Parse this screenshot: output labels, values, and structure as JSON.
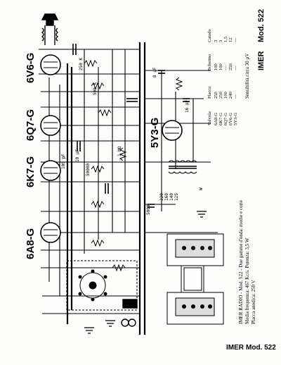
{
  "page": {
    "footer_brand": "IMER",
    "footer_model": "Mod. 522",
    "header_brand": "IMER",
    "header_model": "Mod. 522"
  },
  "tubes": [
    "6V6-G",
    "6Q7-G",
    "6K7-G",
    "6A8-G",
    "5Y3-G"
  ],
  "notes": {
    "caption_line1": "IMER RADIO - Mod. 522 - Due gamme d'onda: medie e corte",
    "caption_line2": "Media frequenza: 467 Kc/s. Potenza: 3,5 W",
    "caption_line3": "Placca anodica: 250 V",
    "sensitivity": "Sensibilità circa 30 µV"
  },
  "valve_table": {
    "header": [
      "Valvola",
      "Placca",
      "Schermo",
      "Catodo"
    ],
    "rows": [
      [
        "6A8-G",
        "250",
        "100",
        "3"
      ],
      [
        "6K7-G",
        "250",
        "100",
        "3"
      ],
      [
        "6Q7-G",
        "100",
        "—",
        "1,5"
      ],
      [
        "6V6-G",
        "240",
        "250",
        "12"
      ],
      [
        "5Y3-G",
        "—",
        "—",
        "—"
      ]
    ]
  },
  "component_labels": {
    "r1": "250 K",
    "r2": "500 K",
    "r3": "1 MΩ",
    "r4": "50000",
    "c1": "10 µF",
    "c2": "8 µF",
    "c3": "16 µF",
    "c4": "100 pF",
    "c5": "5000",
    "voltages": [
      "220",
      "160",
      "140",
      "125"
    ],
    "coil": "W"
  },
  "colors": {
    "ink": "#000000",
    "paper": "#fdfdfb"
  }
}
